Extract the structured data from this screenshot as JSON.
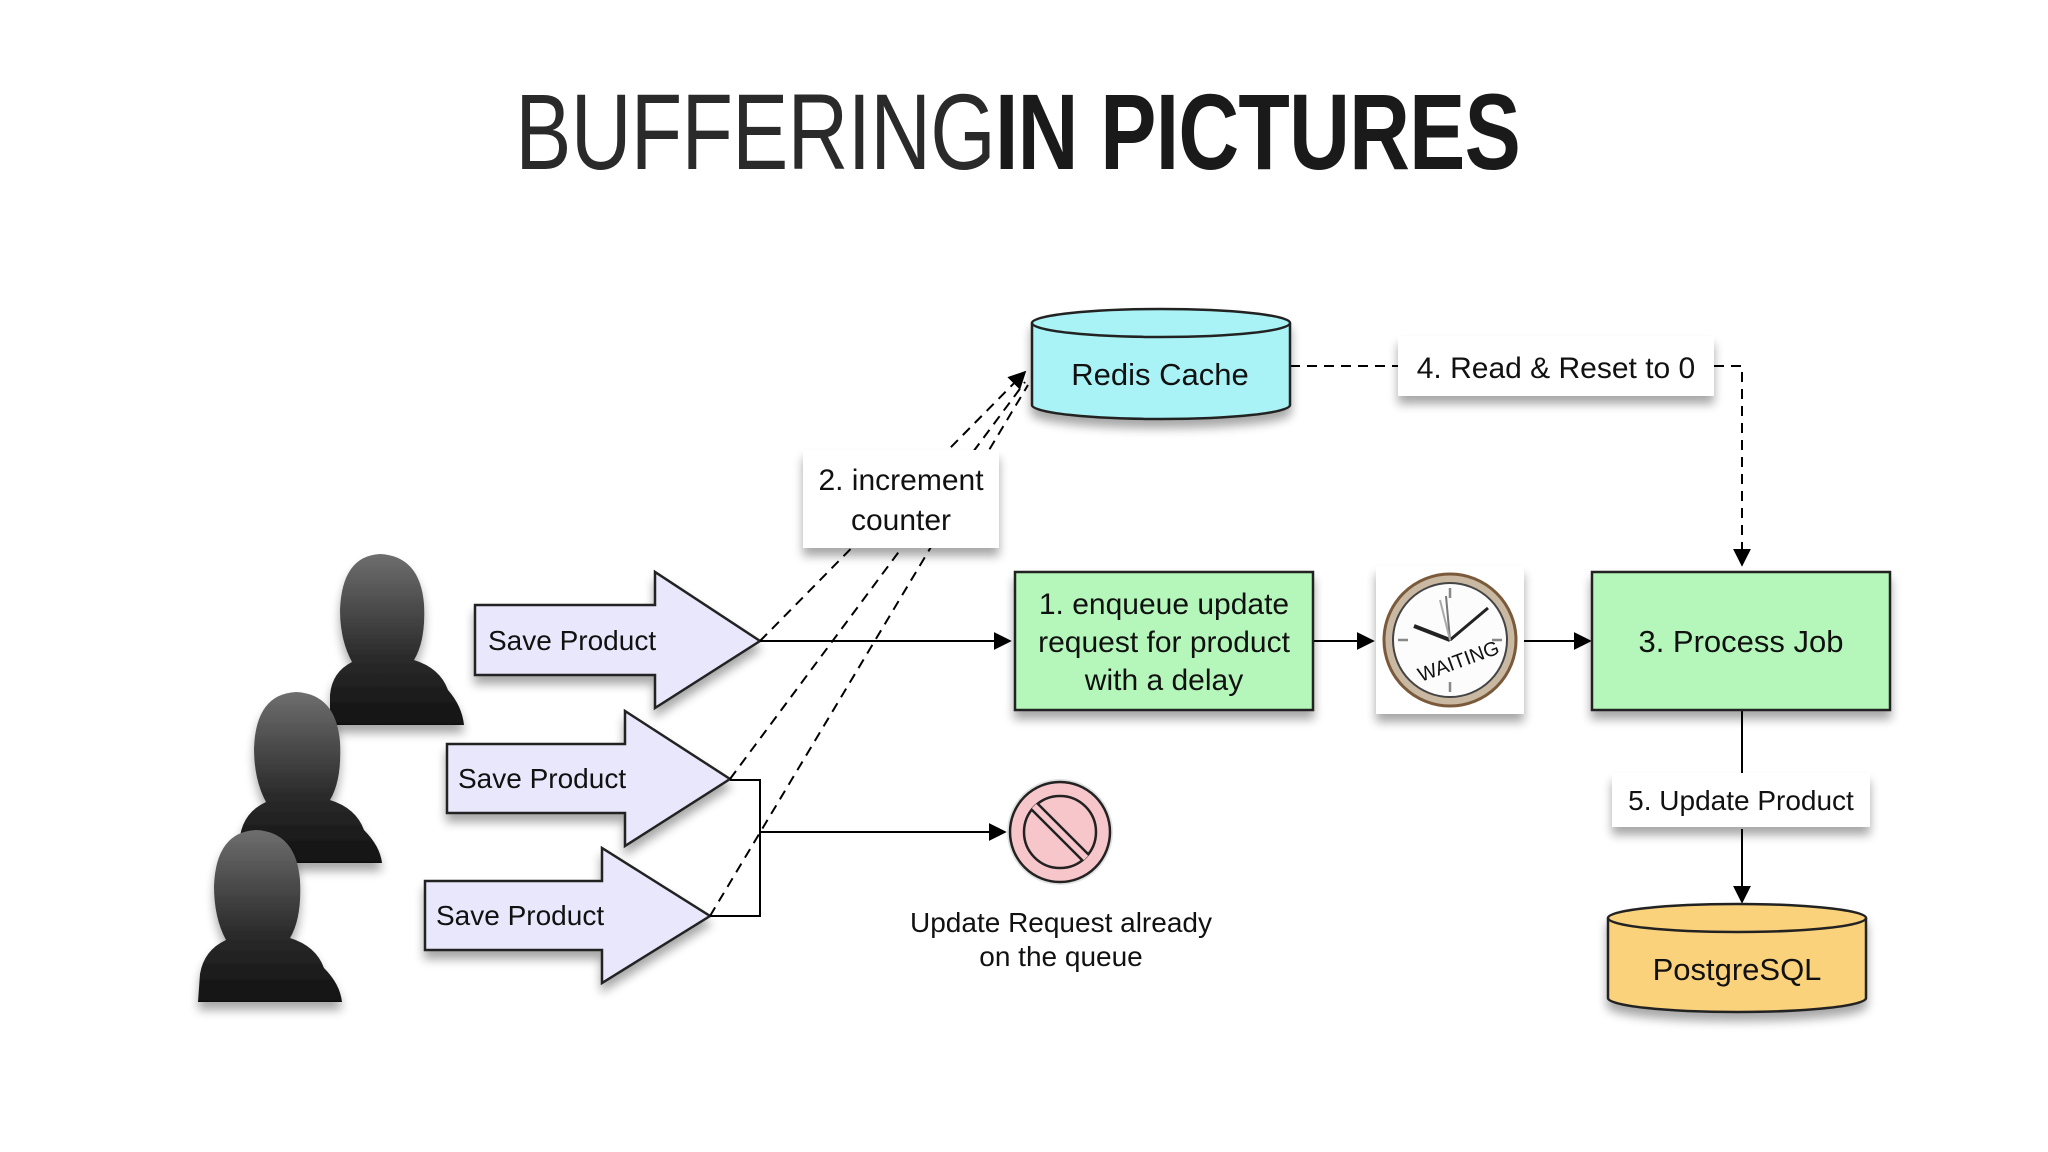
{
  "title": {
    "light": "BUFFERING",
    "bold": "IN PICTURES"
  },
  "arrows": {
    "save1": "Save Product",
    "save2": "Save Product",
    "save3": "Save Product"
  },
  "nodes": {
    "redis": "Redis Cache",
    "increment": [
      "2. increment",
      "counter"
    ],
    "read_reset": "4. Read & Reset to 0",
    "enqueue": [
      "1. enqueue update",
      "request for product",
      "with a delay"
    ],
    "waiting": "WAITING",
    "process": "3. Process Job",
    "update_product": "5. Update Product",
    "postgres": "PostgreSQL",
    "blocked": [
      "Update Request already",
      "on the queue"
    ]
  },
  "colors": {
    "redis": "#a9f3f6",
    "green": "#b5f7ba",
    "postgres": "#fbd27c",
    "arrow_fill": "#e9e7fb",
    "prohibit": "#f7c6ca"
  }
}
